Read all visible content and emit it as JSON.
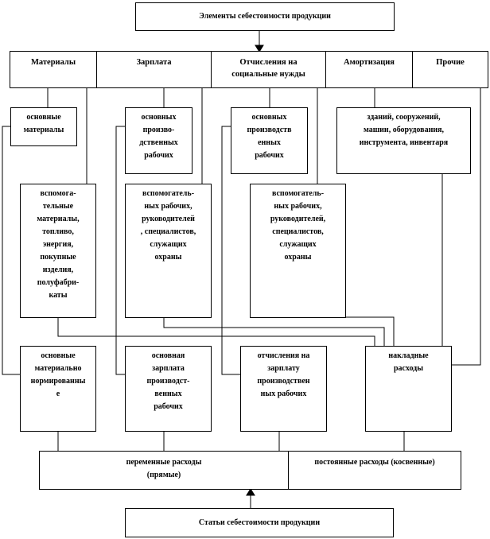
{
  "title": "Элементы себестоимости продукции",
  "elements": [
    "Материалы",
    "Зарплата",
    "Отчисления на\nсоциальные нужды",
    "Амортизация",
    "Прочие"
  ],
  "row1": [
    "основные\nматериалы",
    "основных\nпроизво-\nдственных\nрабочих",
    "основных\nпроизводств\nенных\nрабочих",
    "зданий, сооружений,\nмашин, оборудования,\nинструмента, инвентаря"
  ],
  "row2": [
    "вспомога-\nтельные\nматериалы,\nтопливо,\nэнергия,\nпокупные\nизделия,\nполуфабри-\nкаты",
    "вспомогатель-\nных рабочих,\nруководителей\n, специалистов,\nслужащих\nохраны",
    "вспомогатель-\nных рабочих,\nруководителей,\nспециалистов,\nслужащих\nохраны"
  ],
  "row3": [
    "основные\nматериально\nнормированны\nе",
    "основная\nзарплата\nпроизводст-\nвенных\nрабочих",
    "отчисления на\nзарплату\nпроизводствен\nных рабочих",
    "накладные\nрасходы"
  ],
  "variable_costs": "переменные расходы\n(прямые)",
  "fixed_costs": "постоянные расходы (косвенные)",
  "cost_items": "Статьи  себестоимости продукции"
}
